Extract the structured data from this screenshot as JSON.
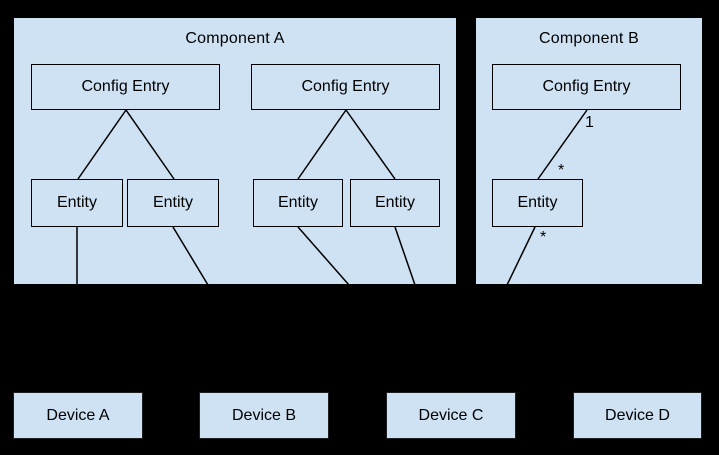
{
  "colors": {
    "background": "#000000",
    "box_fill": "#cfe2f3",
    "box_border": "#000000",
    "device_border": "#1f1f1f",
    "line": "#000000",
    "text": "#000000"
  },
  "component_a": {
    "title": "Component A",
    "config_entry_1": "Config Entry",
    "config_entry_2": "Config Entry",
    "entity_1": "Entity",
    "entity_2": "Entity",
    "entity_3": "Entity",
    "entity_4": "Entity"
  },
  "component_b": {
    "title": "Component B",
    "config_entry": "Config Entry",
    "entity": "Entity",
    "multiplicity_config_side": "1",
    "multiplicity_entity_side": "*",
    "multiplicity_device_side": "*"
  },
  "devices": [
    {
      "label": "Device A"
    },
    {
      "label": "Device B"
    },
    {
      "label": "Device C"
    },
    {
      "label": "Device D"
    }
  ]
}
